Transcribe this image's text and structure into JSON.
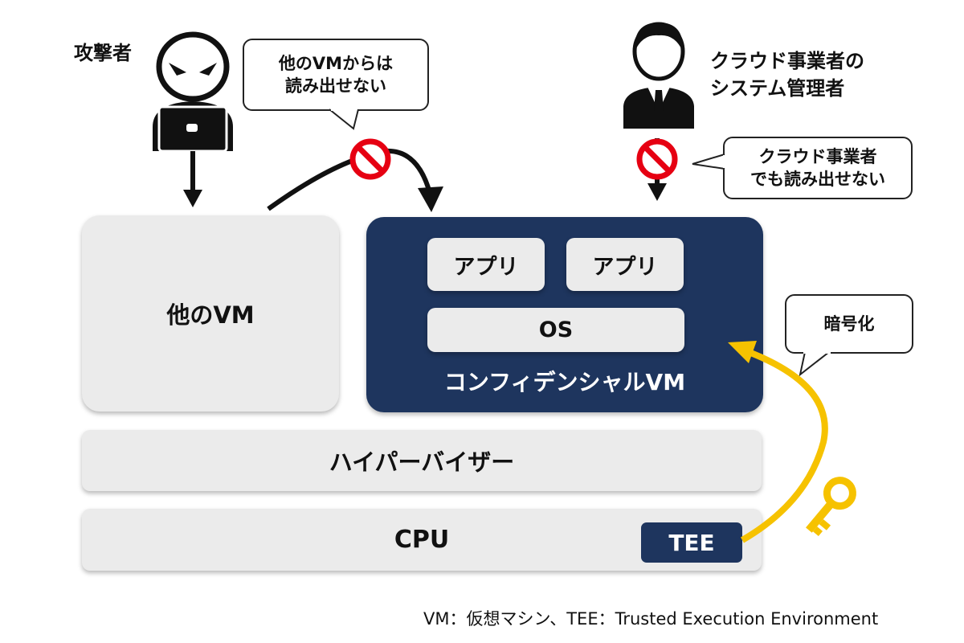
{
  "colors": {
    "navy": "#1e355e",
    "light_gray": "#ebebeb",
    "key_yellow": "#f6c200",
    "prohibit_red": "#e60012",
    "ink": "#111111"
  },
  "actors": {
    "attacker_label": "攻撃者",
    "admin_label": "クラウド事業者の\nシステム管理者"
  },
  "bubbles": {
    "attacker": "他のVMからは\n読み出せない",
    "admin": "クラウド事業者\nでも読み出せない",
    "encryption": "暗号化"
  },
  "stack": {
    "other_vm": "他のVM",
    "app_1": "アプリ",
    "app_2": "アプリ",
    "os": "OS",
    "confidential_vm": "コンフィデンシャルVM",
    "hypervisor": "ハイパーバイザー",
    "cpu": "CPU",
    "tee": "TEE"
  },
  "footnote": "VM：仮想マシン、TEE：Trusted Execution Environment",
  "icons": [
    "attacker-icon",
    "administrator-icon",
    "prohibited-icon",
    "key-icon",
    "arrow-down-icon",
    "curved-arrow-icon"
  ]
}
